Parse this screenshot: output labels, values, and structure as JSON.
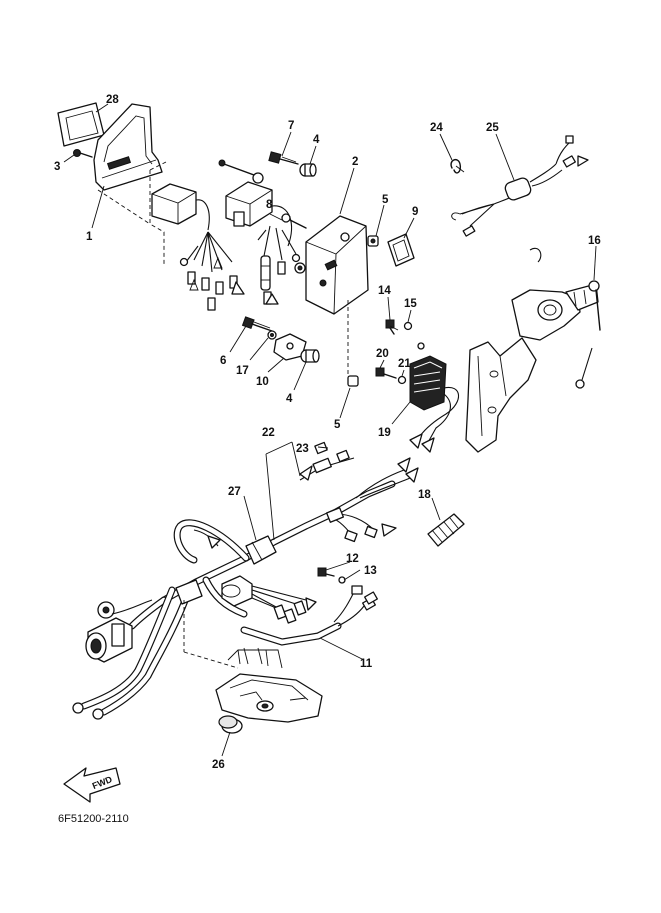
{
  "drawing_code": "6F51200-2110",
  "direction_label": "FWD",
  "callouts": [
    {
      "id": "28",
      "label": "28"
    },
    {
      "id": "3",
      "label": "3"
    },
    {
      "id": "1",
      "label": "1"
    },
    {
      "id": "7",
      "label": "7"
    },
    {
      "id": "4a",
      "label": "4"
    },
    {
      "id": "2",
      "label": "2"
    },
    {
      "id": "8",
      "label": "8"
    },
    {
      "id": "5a",
      "label": "5"
    },
    {
      "id": "9",
      "label": "9"
    },
    {
      "id": "24",
      "label": "24"
    },
    {
      "id": "25",
      "label": "25"
    },
    {
      "id": "16",
      "label": "16"
    },
    {
      "id": "14",
      "label": "14"
    },
    {
      "id": "15",
      "label": "15"
    },
    {
      "id": "20",
      "label": "20"
    },
    {
      "id": "21",
      "label": "21"
    },
    {
      "id": "19",
      "label": "19"
    },
    {
      "id": "6",
      "label": "6"
    },
    {
      "id": "17",
      "label": "17"
    },
    {
      "id": "10",
      "label": "10"
    },
    {
      "id": "4b",
      "label": "4"
    },
    {
      "id": "5b",
      "label": "5"
    },
    {
      "id": "22",
      "label": "22"
    },
    {
      "id": "23",
      "label": "23"
    },
    {
      "id": "27",
      "label": "27"
    },
    {
      "id": "18",
      "label": "18"
    },
    {
      "id": "12",
      "label": "12"
    },
    {
      "id": "13",
      "label": "13"
    },
    {
      "id": "11",
      "label": "11"
    },
    {
      "id": "26",
      "label": "26"
    }
  ]
}
